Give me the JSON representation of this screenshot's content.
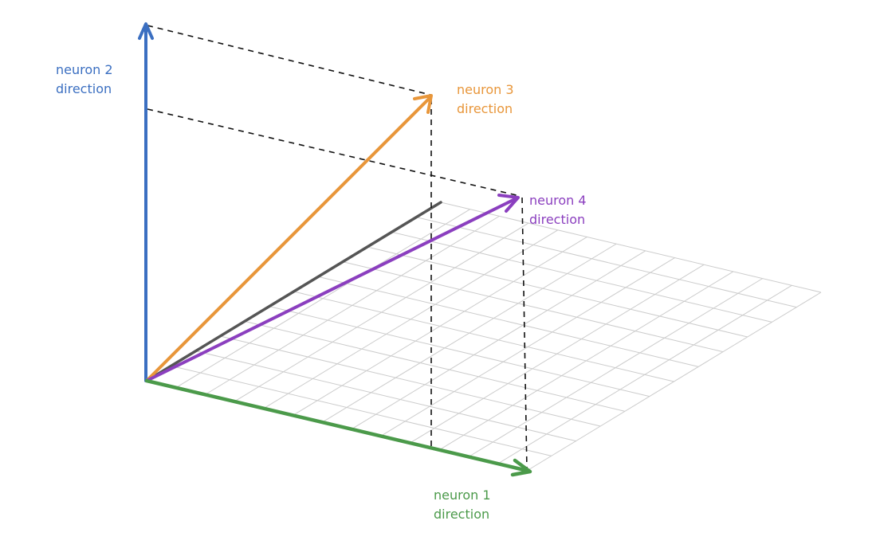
{
  "labels": {
    "neuron2": {
      "line1": "neuron 2",
      "line2": "direction",
      "color": "#3b6fc1"
    },
    "neuron3": {
      "line1": "neuron 3",
      "line2": "direction",
      "color": "#e8963a"
    },
    "neuron4": {
      "line1": "neuron 4",
      "line2": "direction",
      "color": "#8b3fbf"
    },
    "neuron1": {
      "line1": "neuron 1",
      "line2": "direction",
      "color": "#4b9a4a"
    }
  },
  "colors": {
    "grid": "#cccccc",
    "projection": "#555555",
    "dashed": "#111111"
  }
}
